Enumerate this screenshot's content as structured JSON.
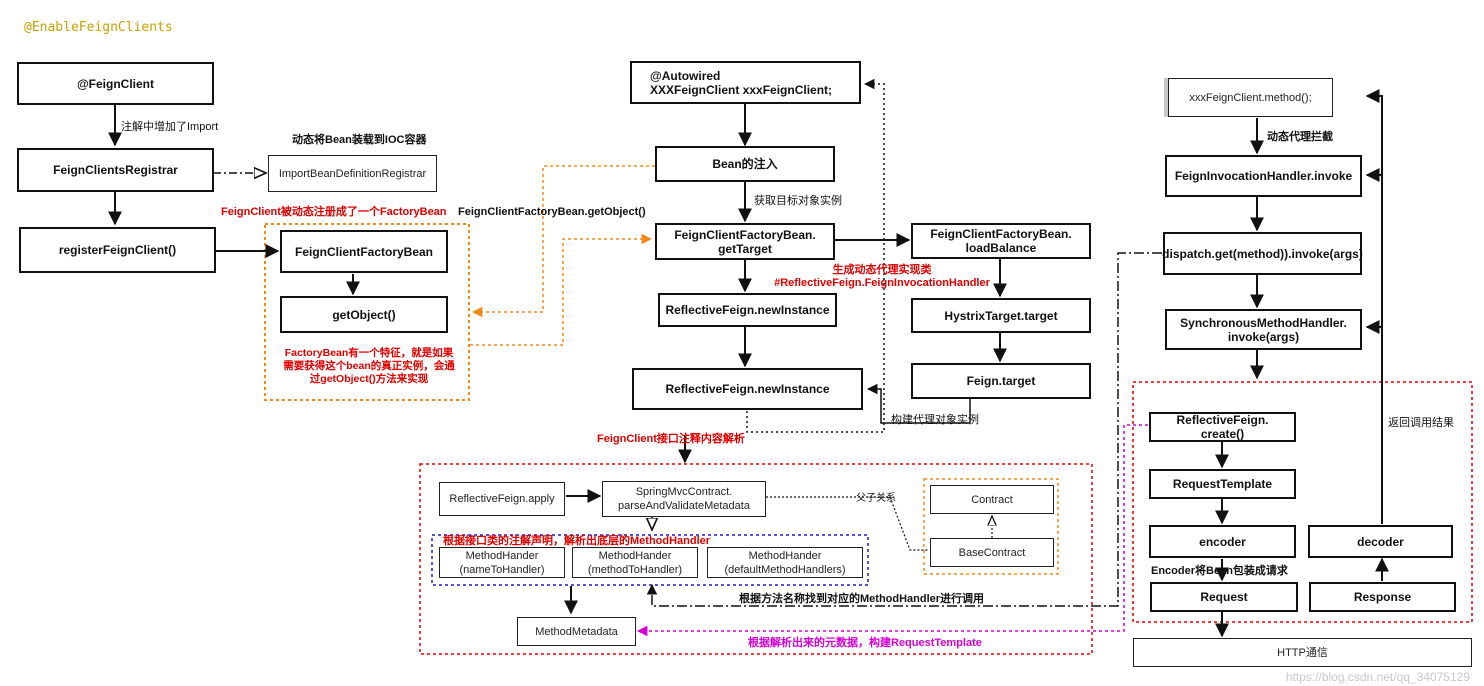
{
  "title": "@EnableFeignClients",
  "watermark": "https://blog.csdn.net/qq_34075129",
  "colors": {
    "orange": "#f08a1c",
    "red": "#e00000",
    "blue": "#1a1acc",
    "magenta": "#d400d4",
    "black": "#111111"
  },
  "boxes": {
    "feign_client": "@FeignClient",
    "registrar": "FeignClientsRegistrar",
    "import_registrar": "ImportBeanDefinitionRegistrar",
    "register_feign_client": "registerFeignClient()",
    "factory_bean": "FeignClientFactoryBean",
    "get_object": "getObject()",
    "autowired": "@Autowired\n XXXFeignClient xxxFeignClient;",
    "bean_inject": "Bean的注入",
    "get_target": "FeignClientFactoryBean.\ngetTarget",
    "load_balance": "FeignClientFactoryBean.\nloadBalance",
    "new_instance_1": "ReflectiveFeign.newInstance",
    "new_instance_2": "ReflectiveFeign.newInstance",
    "hystrix_target": "HystrixTarget.target",
    "feign_target": "Feign.target",
    "reflective_apply": "ReflectiveFeign.apply",
    "spring_mvc_contract": "SpringMvcContract.\nparseAndValidateMetadata",
    "contract": "Contract",
    "base_contract": "BaseContract",
    "handler_name": "MethodHander\n(nameToHandler)",
    "handler_method": "MethodHander\n(methodToHandler)",
    "handler_default": "MethodHander\n(defaultMethodHandlers)",
    "method_metadata": "MethodMetadata",
    "method_call": "xxxFeignClient.method();",
    "invocation_handler": "FeignInvocationHandler.invoke",
    "dispatch": "dispatch.get(method)).invoke(args)",
    "sync_handler": "SynchronousMethodHandler.\ninvoke(args)",
    "reflective_create": "ReflectiveFeign.\ncreate()",
    "request_template": "RequestTemplate",
    "encoder": "encoder",
    "decoder": "decoder",
    "request": "Request",
    "response": "Response",
    "http": "HTTP通信"
  },
  "labels": {
    "import_added": "注解中增加了Import",
    "dynamic_load": "动态将Bean装载到IOC容器",
    "factory_registered": "FeignClient被动态注册成了一个FactoryBean",
    "factory_getobject": "FeignClientFactoryBean.getObject()",
    "factory_note": "FactoryBean有一个特征，就是如果\n需要获得这个bean的真正实例，会通\n过getObject()方法来实现",
    "get_target_obj": "获取目标对象实例",
    "gen_proxy": "生成动态代理实现类\n#ReflectiveFeign.FeignInvocationHandler",
    "build_proxy": "构建代理对象实例",
    "annotation_parse": "FeignClient接口注释内容解析",
    "parent_child": "父子关系",
    "parse_handler": "根据接口类的注解声明，解析出底层的MethodHandler",
    "find_handler": "根据方法名称找到对应的MethodHandler进行调用",
    "build_template": "根据解析出来的元数据，构建RequestTemplate",
    "dynamic_intercept": "动态代理拦截",
    "return_result": "返回调用结果",
    "encoder_wrap": "Encoder将Bean包装成请求"
  }
}
